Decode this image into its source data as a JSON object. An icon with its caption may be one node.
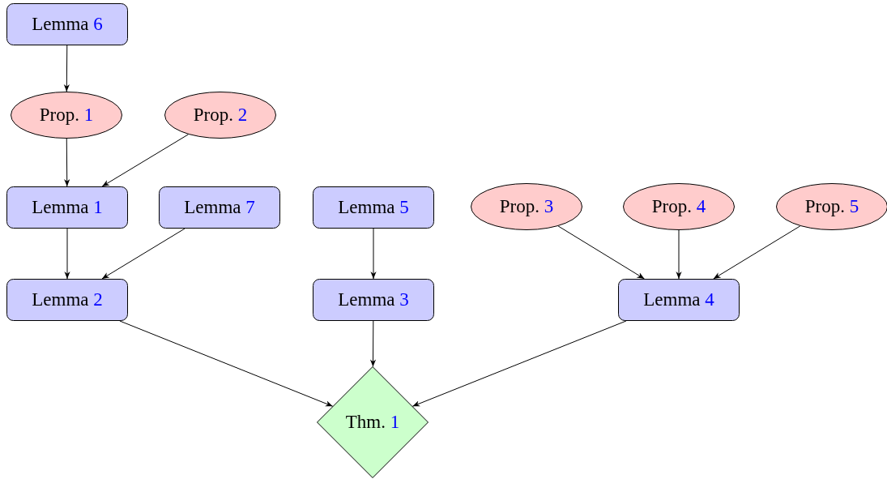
{
  "diagram": {
    "nodes": [
      {
        "text": [
          "Lemma 6"
        ]
      },
      {
        "text": [
          "Prop. 1"
        ]
      },
      {
        "text": [
          "Prop. 2"
        ]
      },
      {
        "text": [
          "Lemma 1"
        ]
      },
      {
        "text": [
          "Lemma 7"
        ]
      },
      {
        "text": [
          "Lemma 5"
        ]
      },
      {
        "text": [
          "Prop. 3"
        ]
      },
      {
        "text": [
          "Prop. 4"
        ]
      },
      {
        "text": [
          "Prop. 5"
        ]
      },
      {
        "text": [
          "Lemma 2"
        ]
      },
      {
        "text": [
          "Lemma 3"
        ]
      },
      {
        "text": [
          "Lemma 4"
        ]
      },
      {
        "text": [
          "Thm. 1"
        ]
      }
    ],
    "edges": [
      {
        "from": 0,
        "to": 1,
        "arrow": "to"
      },
      {
        "from": 1,
        "to": 3,
        "arrow": "to"
      },
      {
        "from": 2,
        "to": 3,
        "arrow": "to"
      },
      {
        "from": 3,
        "to": 9,
        "arrow": "to"
      },
      {
        "from": 4,
        "to": 9,
        "arrow": "to"
      },
      {
        "from": 5,
        "to": 10,
        "arrow": "to"
      },
      {
        "from": 6,
        "to": 11,
        "arrow": "to"
      },
      {
        "from": 7,
        "to": 11,
        "arrow": "to"
      },
      {
        "from": 8,
        "to": 11,
        "arrow": "to"
      },
      {
        "from": 9,
        "to": 12,
        "arrow": "to"
      },
      {
        "from": 10,
        "to": 12,
        "arrow": "to"
      },
      {
        "from": 11,
        "to": 12,
        "arrow": "to"
      }
    ]
  }
}
